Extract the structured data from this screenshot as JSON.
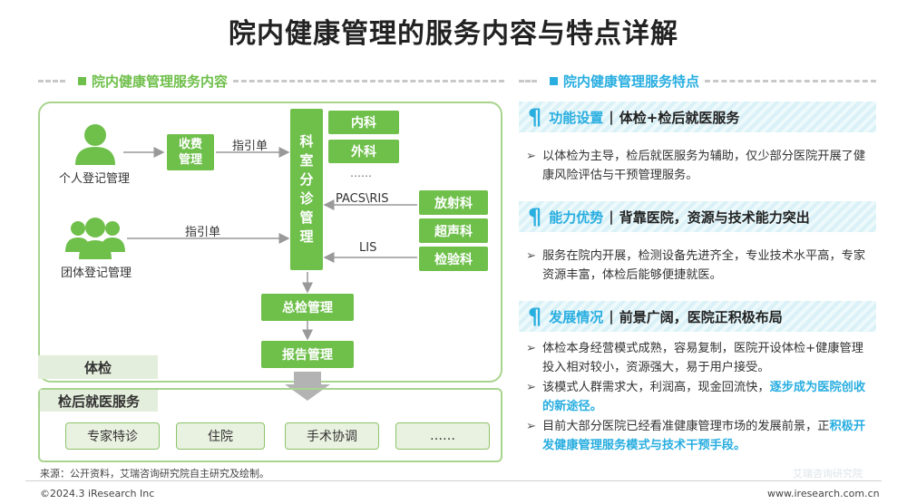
{
  "title": "院内健康管理的服务内容与特点详解",
  "left_section": {
    "label": "院内健康管理服务内容"
  },
  "right_section": {
    "label": "院内健康管理服务特点"
  },
  "diagram": {
    "person_individual": "个人登记管理",
    "person_group": "团体登记管理",
    "fee_box": "收费\n管理",
    "guide_slip_1": "指引单",
    "guide_slip_2": "指引单",
    "dispatch_box": "科\n室\n分\n诊\n管\n理",
    "dept_internal": "内科",
    "dept_surgery": "外科",
    "dept_more": "……",
    "dept_radiology": "放射科",
    "dept_ultrasound": "超声科",
    "dept_lab": "检验科",
    "link_pacs": "PACS\\RIS",
    "link_lis": "LIS",
    "summary_box": "总检管理",
    "report_box": "报告管理",
    "band_checkup": "体检",
    "band_after": "检后就医服务",
    "after_items": [
      "专家特诊",
      "住院",
      "手术协调",
      "……"
    ]
  },
  "features": [
    {
      "title_prefix": "功能设置",
      "title_sep": "|",
      "title_main": "体检+检后就医服务",
      "bullets": [
        {
          "text": "以体检为主导，检后就医服务为辅助，仅少部分医院开展了健康风险评估与干预管理服务。"
        }
      ]
    },
    {
      "title_prefix": "能力优势",
      "title_sep": "|",
      "title_main": "背靠医院，资源与技术能力突出",
      "bullets": [
        {
          "text": "服务在院内开展，检测设备先进齐全，专业技术水平高，专家资源丰富，体检后能够便捷就医。"
        }
      ]
    },
    {
      "title_prefix": "发展情况",
      "title_sep": "|",
      "title_main": "前景广阔，医院正积极布局",
      "bullets": [
        {
          "text": "体检本身经营模式成熟，容易复制，医院开设体检+健康管理投入相对较小，资源强大，易于用户接受。"
        },
        {
          "text": "该模式人群需求大，利润高，现金回流快，",
          "highlight": "逐步成为医院创收的新途径。"
        },
        {
          "text": "目前大部分医院已经看准健康管理市场的发展前景，正",
          "highlight": "积极开发健康管理服务模式与技术干预手段。"
        }
      ]
    }
  ],
  "source": "来源：公开资料，艾瑞咨询研究院自主研究及绘制。",
  "copyright": "©2024.3 iResearch Inc",
  "website": "www.iresearch.com.cn",
  "watermark": "艾瑞咨询研究院",
  "colors": {
    "green": "#6fbf4b",
    "cyan": "#29aee0",
    "light_green": "#e4eedc"
  }
}
